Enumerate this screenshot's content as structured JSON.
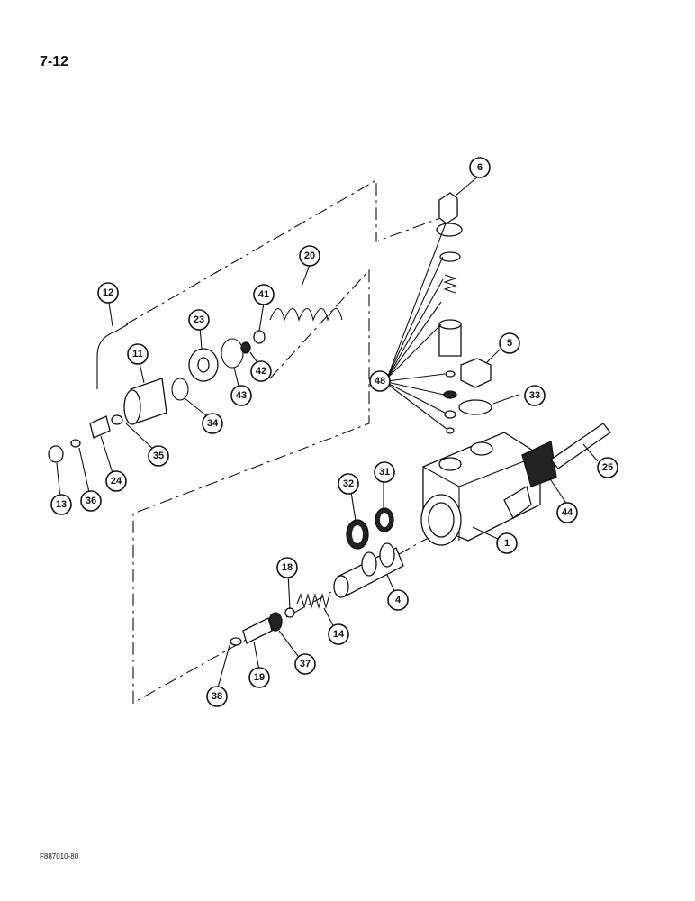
{
  "page": {
    "number": "7-12",
    "figure_code": "F887010-80"
  },
  "callouts": [
    {
      "label": "1"
    },
    {
      "label": "4"
    },
    {
      "label": "5"
    },
    {
      "label": "6"
    },
    {
      "label": "11"
    },
    {
      "label": "12"
    },
    {
      "label": "13"
    },
    {
      "label": "14"
    },
    {
      "label": "18"
    },
    {
      "label": "19"
    },
    {
      "label": "20"
    },
    {
      "label": "23"
    },
    {
      "label": "24"
    },
    {
      "label": "25"
    },
    {
      "label": "31"
    },
    {
      "label": "32"
    },
    {
      "label": "33"
    },
    {
      "label": "34"
    },
    {
      "label": "35"
    },
    {
      "label": "36"
    },
    {
      "label": "37"
    },
    {
      "label": "38"
    },
    {
      "label": "41"
    },
    {
      "label": "42"
    },
    {
      "label": "43"
    },
    {
      "label": "44"
    },
    {
      "label": "48"
    }
  ]
}
